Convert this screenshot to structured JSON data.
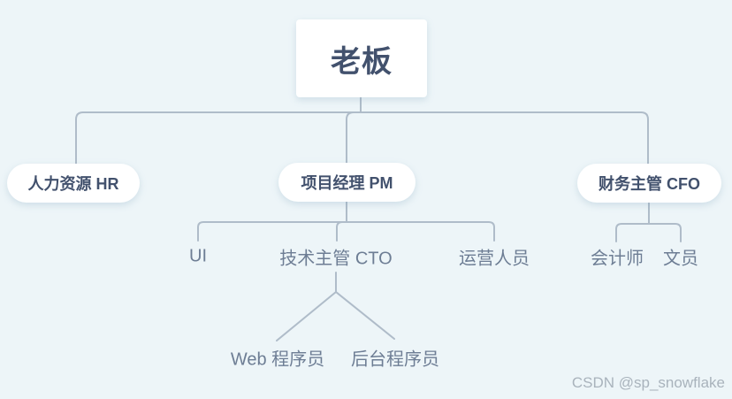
{
  "org_chart": {
    "type": "tree",
    "root": {
      "label": "老板"
    },
    "level1": [
      {
        "id": "hr",
        "label": "人力资源 HR"
      },
      {
        "id": "pm",
        "label": "项目经理 PM"
      },
      {
        "id": "cfo",
        "label": "财务主管 CFO"
      }
    ],
    "pm_children": [
      {
        "id": "ui",
        "label": "UI"
      },
      {
        "id": "cto",
        "label": "技术主管 CTO"
      },
      {
        "id": "ops",
        "label": "运营人员"
      }
    ],
    "cfo_children": [
      {
        "id": "accountant",
        "label": "会计师"
      },
      {
        "id": "clerk",
        "label": "文员"
      }
    ],
    "cto_children": [
      {
        "id": "web-dev",
        "label": "Web 程序员"
      },
      {
        "id": "backend-dev",
        "label": "后台程序员"
      }
    ],
    "hierarchy": {
      "老板": {
        "人力资源 HR": {},
        "项目经理 PM": {
          "UI": {},
          "技术主管 CTO": {
            "Web 程序员": {},
            "后台程序员": {}
          },
          "运营人员": {}
        },
        "财务主管 CFO": {
          "会计师": {},
          "文员": {}
        }
      }
    }
  },
  "watermark": {
    "label": "CSDN @sp_snowflake"
  },
  "colors": {
    "background": "#edf5f8",
    "node_fill": "#ffffff",
    "node_text": "#42516d",
    "leaf_text": "#6d7d94",
    "connector": "#afbcc9",
    "watermark_text": "#a9b3bc"
  }
}
